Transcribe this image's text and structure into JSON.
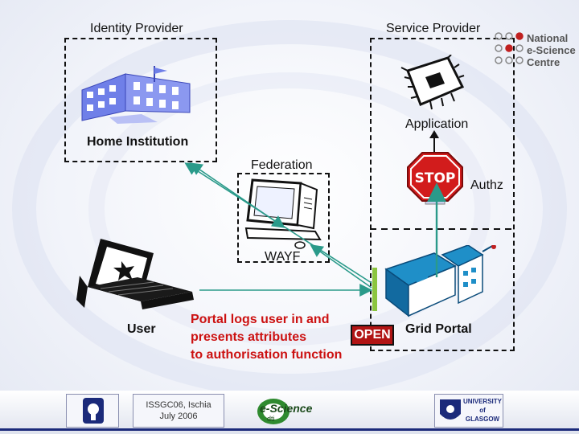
{
  "labels": {
    "identity_provider": "Identity Provider",
    "service_provider": "Service Provider",
    "home_institution": "Home Institution",
    "application": "Application",
    "federation": "Federation",
    "authz": "Authz",
    "wayf": "WAYF",
    "user": "User",
    "grid_portal": "Grid Portal",
    "portal_note_line1": "Portal logs user in and",
    "portal_note_line2": "presents attributes",
    "portal_note_line3": "to authorisation function",
    "open_sign": "OPEN",
    "stop_sign": "STOP"
  },
  "nesc_logo": {
    "line1": "National",
    "line2": "e-Science",
    "line3": "Centre"
  },
  "footer": {
    "conference_line1": "ISSGC06, Ischia",
    "conference_line2": "July 2006",
    "escience_logo": "e-Science",
    "escience_sub": "dti",
    "glasgow_line1": "UNIVERSITY",
    "glasgow_line2": "of",
    "glasgow_line3": "GLASGOW"
  },
  "colors": {
    "arrow_teal": "#2a9a8a",
    "arrow_dark": "#111111",
    "accent_red": "#cc1111",
    "clipart_blue": "#6f7fe8",
    "portal_blue": "#1f8fc8",
    "footer_navy": "#1b2a7a"
  }
}
